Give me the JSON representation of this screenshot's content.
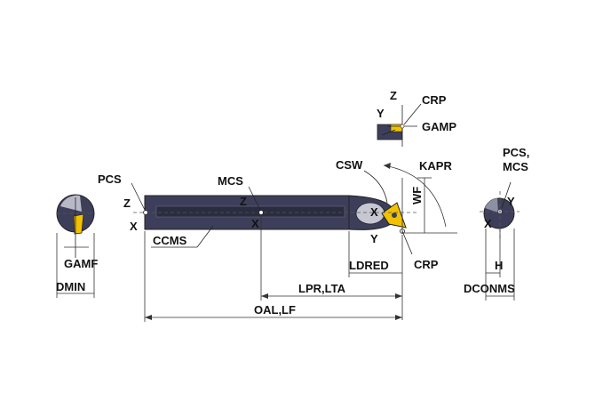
{
  "labels": {
    "z_top": "Z",
    "y_top": "Y",
    "crp_top": "CRP",
    "gamp": "GAMP",
    "csw": "CSW",
    "kapr": "KAPR",
    "wf": "WF",
    "pcs_left": "PCS",
    "z_left": "Z",
    "x_left": "X",
    "mcs": "MCS",
    "z_mid": "Z",
    "x_mid": "X",
    "ccms": "CCMS",
    "x_head": "X",
    "y_head": "Y",
    "gamf": "GAMF",
    "dmin": "DMIN",
    "ldred": "LDRED",
    "crp_bottom": "CRP",
    "lpr_lta": "LPR,LTA",
    "oal_lf": "OAL,LF",
    "pcs_right": "PCS,",
    "mcs_right": "MCS",
    "y_right": "Y",
    "x_right": "X",
    "h": "H",
    "dconms": "DCONMS"
  },
  "colors": {
    "shank": "#3d3f5a",
    "shank_dark": "#2a2c40",
    "insert": "#f2c200",
    "line": "#333333",
    "text": "#111111"
  }
}
